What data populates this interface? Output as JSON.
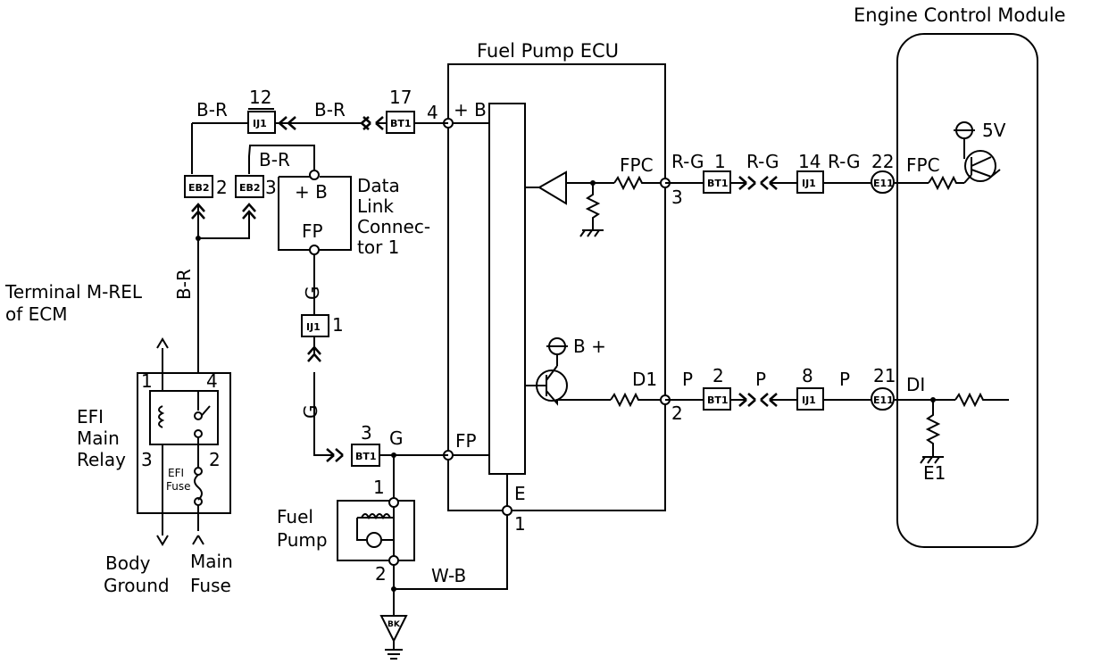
{
  "modules": {
    "ecm_title": "Engine Control Module",
    "fuel_pump_ecu_title": "Fuel Pump ECU"
  },
  "dlc": {
    "name_line1": "Data",
    "name_line2": "Link",
    "name_line3": "Connec-",
    "name_line4": "tor 1",
    "pin_b": "+ B",
    "pin_fp": "FP"
  },
  "relay": {
    "name_line1": "EFI",
    "name_line2": "Main",
    "name_line3": "Relay",
    "pin1": "1",
    "pin2": "2",
    "pin3": "3",
    "pin4": "4",
    "fuse_line1": "EFI",
    "fuse_line2": "Fuse"
  },
  "terminal_mrel": {
    "line1": "Terminal M-REL",
    "line2": "of ECM"
  },
  "grounds": {
    "body_line1": "Body",
    "body_line2": "Ground",
    "main_line1": "Main",
    "main_line2": "Fuse",
    "bk_label": "BK"
  },
  "pump": {
    "name_line1": "Fuel",
    "name_line2": "Pump",
    "pin1": "1",
    "pin2": "2"
  },
  "connectors": {
    "ij1": "IJ1",
    "bt1": "BT1",
    "eb2": "EB2",
    "e11": "E11"
  },
  "pins": {
    "ij1_top": "12",
    "bt1_top": "17",
    "ecu_b_pin": "4",
    "eb2_left": "2",
    "eb2_right": "3",
    "ij1_mid": "1",
    "bt1_fp": "3",
    "ecu_fpc_pin": "3",
    "bt1_fpc": "1",
    "ij1_fpc": "14",
    "e11_fpc": "22",
    "ecu_di_pin": "2",
    "bt1_di": "2",
    "ij1_di": "8",
    "e11_di": "21",
    "ecu_e_pin": "1"
  },
  "wires": {
    "br_1": "B-R",
    "br_2": "B-R",
    "br_3": "B-R",
    "br_vert": "B-R",
    "g_1": "G",
    "g_2": "G",
    "g_3": "G",
    "rg_1": "R-G",
    "rg_2": "R-G",
    "rg_3": "R-G",
    "p_1": "P",
    "p_2": "P",
    "p_3": "P",
    "wb": "W-B"
  },
  "signals": {
    "ecu_b": "+ B",
    "fpc_ecu": "FPC",
    "fpc_ecm": "FPC",
    "five_v": "5V",
    "b_plus": "B +",
    "d1": "D1",
    "di": "DI",
    "fp": "FP",
    "e": "E",
    "e1": "E1"
  }
}
